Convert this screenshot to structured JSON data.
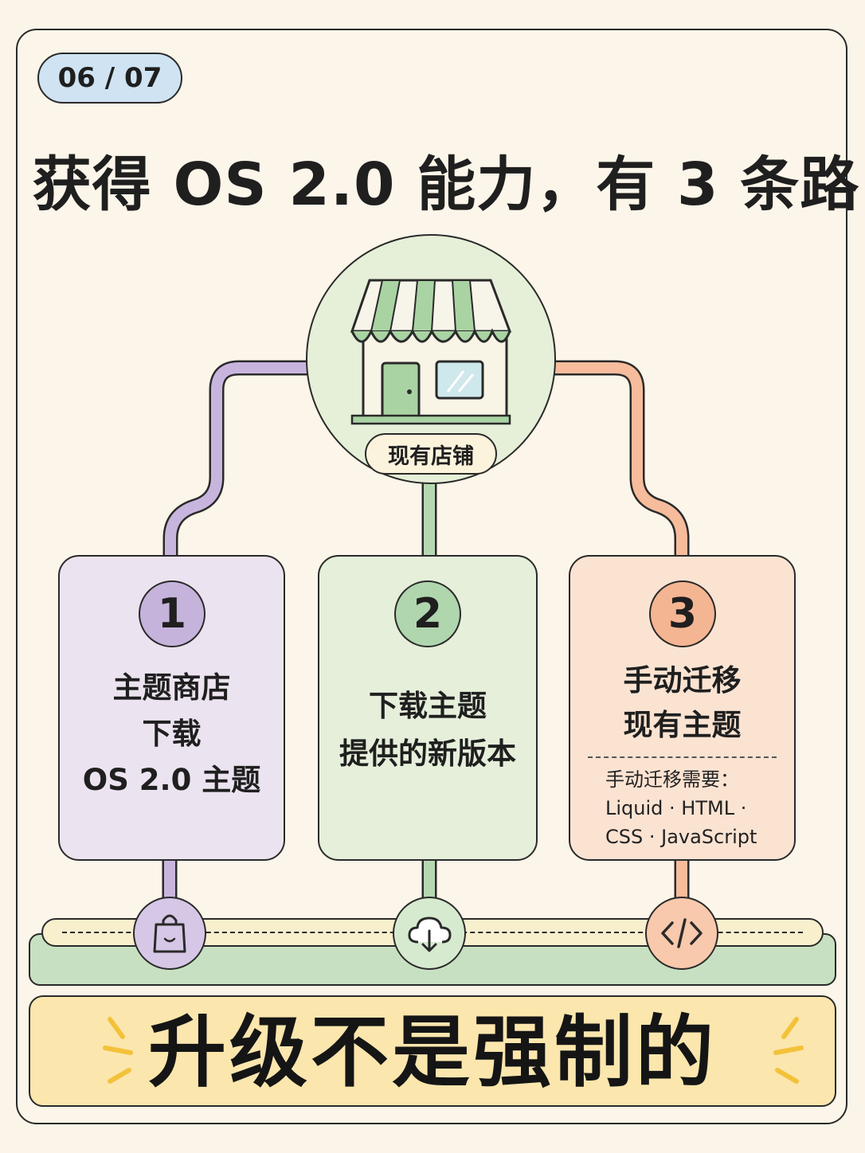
{
  "page_indicator": "06 / 07",
  "title": "获得 OS 2.0 能力，有 3 条路",
  "store": {
    "label": "现有店铺"
  },
  "paths": [
    {
      "number": "1",
      "lines": [
        "主题商店",
        "下载",
        "OS 2.0 主题"
      ],
      "color": "#c6b3dc",
      "icon": "shopping-bag-icon"
    },
    {
      "number": "2",
      "lines": [
        "下载主题",
        "提供的新版本"
      ],
      "color": "#b0d6ae",
      "icon": "cloud-download-icon"
    },
    {
      "number": "3",
      "lines": [
        "手动迁移",
        "现有主题"
      ],
      "color": "#f4b592",
      "icon": "code-icon",
      "requirements": [
        "手动迁移需要：",
        "Liquid · HTML ·",
        "CSS · JavaScript"
      ]
    }
  ],
  "banner": {
    "text": "升级不是强制的"
  }
}
